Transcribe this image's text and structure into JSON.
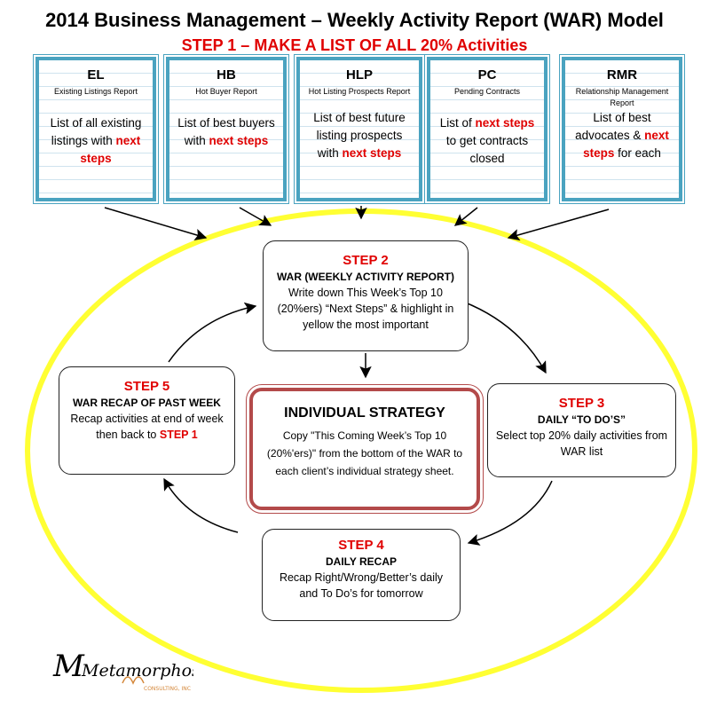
{
  "title": "2014 Business Management – Weekly Activity Report (WAR) Model",
  "subtitle": "STEP 1 – MAKE A LIST OF ALL 20% Activities",
  "reports": [
    {
      "code": "EL",
      "name": "Existing Listings Report",
      "desc_pre": "List of all existing listings with ",
      "desc_red": "next steps",
      "desc_post": ""
    },
    {
      "code": "HB",
      "name": "Hot Buyer Report",
      "desc_pre": "List of best buyers with ",
      "desc_red": "next steps",
      "desc_post": ""
    },
    {
      "code": "HLP",
      "name": "Hot Listing Prospects Report",
      "desc_pre": "List of best future listing prospects with ",
      "desc_red": "next steps",
      "desc_post": ""
    },
    {
      "code": "PC",
      "name": "Pending Contracts",
      "desc_pre": "List of ",
      "desc_red": "next steps",
      "desc_post": " to get contracts closed"
    },
    {
      "code": "RMR",
      "name": "Relationship Management Report",
      "desc_pre": "List of best advocates & ",
      "desc_red": "next steps",
      "desc_post": " for each"
    }
  ],
  "steps": {
    "step2": {
      "num": "STEP 2",
      "head": "WAR (WEEKLY ACTIVITY REPORT)",
      "body": "Write down This Week’s Top 10 (20%ers) “Next Steps” & highlight in yellow the most important"
    },
    "step3": {
      "num": "STEP 3",
      "head": "DAILY “TO DO’S”",
      "body": "Select top 20% daily activities from WAR list"
    },
    "step4": {
      "num": "STEP 4",
      "head": "DAILY RECAP",
      "body": "Recap Right/Wrong/Better’s daily and To Do’s for tomorrow"
    },
    "step5": {
      "num": "STEP 5",
      "head": "WAR RECAP OF PAST WEEK",
      "body": "Recap activities at end of week then back to ",
      "body_red": "STEP 1"
    }
  },
  "center": {
    "title": "INDIVIDUAL STRATEGY",
    "body": "Copy \"This Coming Week’s Top 10 (20%'ers)\" from the bottom of the WAR to each client’s individual strategy sheet."
  },
  "logo": {
    "main": "Metamorphosis",
    "sub": "CONSULTING, INC"
  },
  "colors": {
    "accent_red": "#e00000",
    "report_border": "#4aa3c0",
    "ellipse": "#ffff33",
    "center_border": "#b34a4a"
  }
}
